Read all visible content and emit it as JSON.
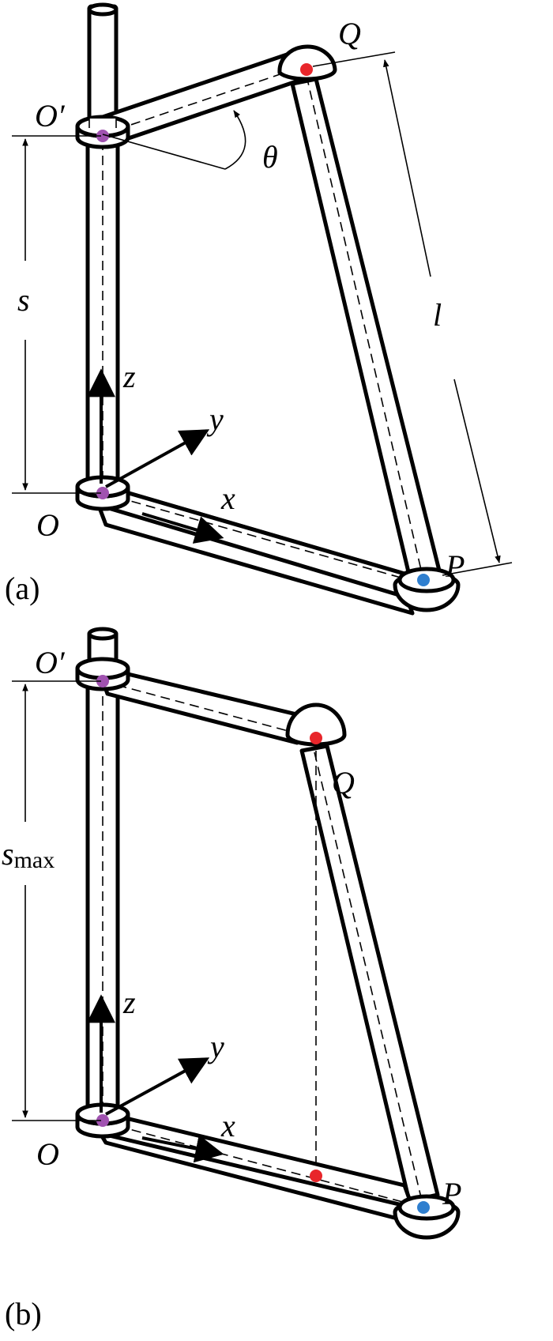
{
  "figure": {
    "panel_a": {
      "caption": "(a)",
      "labels": {
        "o_prime": "O′",
        "q": "Q",
        "p": "P",
        "o": "O",
        "theta": "θ",
        "s": "s",
        "l": "l",
        "x": "x",
        "y": "y",
        "z": "z"
      }
    },
    "panel_b": {
      "caption": "(b)",
      "labels": {
        "o_prime": "O′",
        "q": "Q",
        "p": "P",
        "o": "O",
        "s_main": "s",
        "s_sub": "max",
        "x": "x",
        "y": "y",
        "z": "z"
      }
    },
    "colors": {
      "joint_o": "#a052b0",
      "joint_q": "#e8262b",
      "joint_p": "#2f7fcf",
      "line": "#000000"
    }
  }
}
